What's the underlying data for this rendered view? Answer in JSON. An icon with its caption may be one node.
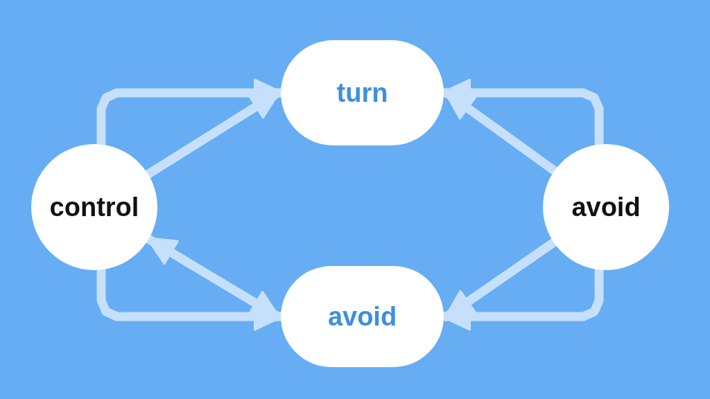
{
  "diagram": {
    "nodes": [
      {
        "text": [
          "control"
        ]
      },
      {
        "text": [
          "turn"
        ]
      },
      {
        "text": [
          "avoid"
        ]
      },
      {
        "text": [
          "avoid"
        ]
      }
    ],
    "edges": [
      {
        "from": 0,
        "to": 1,
        "arrow": "to"
      },
      {
        "from": 0,
        "to": 1,
        "arrow": "to"
      },
      {
        "from": 3,
        "to": 1,
        "arrow": "to"
      },
      {
        "from": 3,
        "to": 1,
        "arrow": "to"
      },
      {
        "from": 0,
        "to": 2,
        "arrow": "to"
      },
      {
        "from": 0,
        "to": 2,
        "arrow": "both"
      },
      {
        "from": 3,
        "to": 2,
        "arrow": "to"
      },
      {
        "from": 3,
        "to": 2,
        "arrow": "to"
      }
    ]
  }
}
